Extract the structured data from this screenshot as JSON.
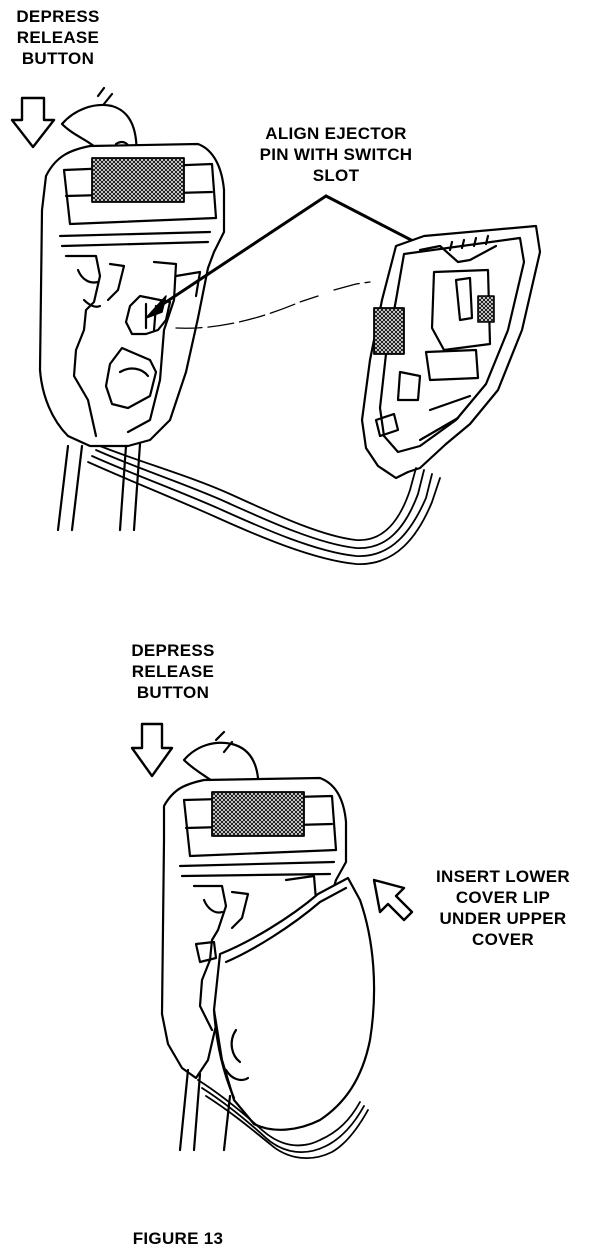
{
  "figure_title": "FIGURE 13",
  "top_view": {
    "release_label": [
      "DEPRESS",
      "RELEASE",
      "BUTTON"
    ],
    "align_label": [
      "ALIGN EJECTOR",
      "PIN WITH SWITCH",
      "SLOT"
    ]
  },
  "bottom_view": {
    "release_label": [
      "DEPRESS",
      "RELEASE",
      "BUTTON"
    ],
    "insert_label": [
      "INSERT LOWER",
      "COVER LIP",
      "UNDER UPPER",
      "COVER"
    ]
  },
  "icons": {
    "push_arrow": "down-arrow-icon",
    "insert_arrow": "up-arrow-icon",
    "finger": "finger-icon"
  },
  "colors": {
    "ink": "#000000",
    "paper": "#ffffff",
    "hatch": "#222222"
  }
}
